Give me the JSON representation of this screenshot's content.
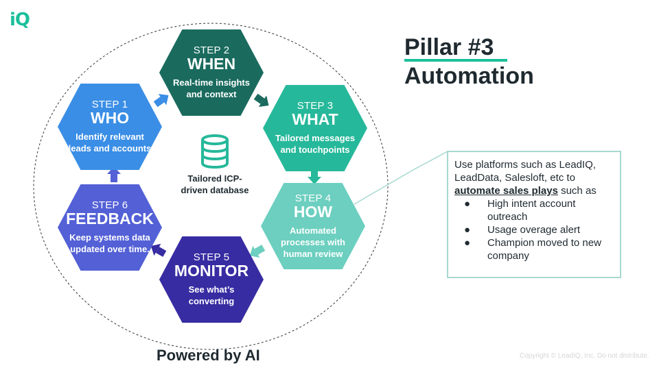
{
  "logo": {
    "text": "iQ"
  },
  "steps": [
    {
      "id": "when",
      "step": "STEP 2",
      "name": "WHEN",
      "desc": "Real-time insights and context",
      "color": "#1a6b5e"
    },
    {
      "id": "what",
      "step": "STEP 3",
      "name": "WHAT",
      "desc": "Tailored messages and touchpoints",
      "color": "#26b89a"
    },
    {
      "id": "how",
      "step": "STEP 4",
      "name": "HOW",
      "desc": "Automated processes with human review",
      "color": "#6ccfbf"
    },
    {
      "id": "monitor",
      "step": "STEP 5",
      "name": "MONITOR",
      "desc": "See what’s converting",
      "color": "#382ca2"
    },
    {
      "id": "feedback",
      "step": "STEP 6",
      "name": "FEEDBACK",
      "desc": "Keep systems data updated over time.",
      "color": "#5360d6"
    },
    {
      "id": "who",
      "step": "STEP 1",
      "name": "WHO",
      "desc": "Identify relevant leads and accounts",
      "color": "#3a8ee6"
    }
  ],
  "center": {
    "label": "Tailored ICP-driven database",
    "icon": "database-icon"
  },
  "footer": {
    "powered": "Powered by AI",
    "copyright": "Copyright © LeadIQ, Inc. Do not distribute."
  },
  "title": {
    "line1": "Pillar #3",
    "line2": "Automation"
  },
  "callout": {
    "intro": "Use platforms such as LeadIQ, LeadData, Salesloft, etc to",
    "emphasis": "automate sales plays",
    "after": " such as",
    "bullets": [
      "High intent account outreach",
      "Usage overage alert",
      "Champion moved to new company"
    ]
  },
  "colors": {
    "accent": "#1bbf9a",
    "dark_text": "#1f2a30",
    "callout_border": "#a7d9d0"
  }
}
